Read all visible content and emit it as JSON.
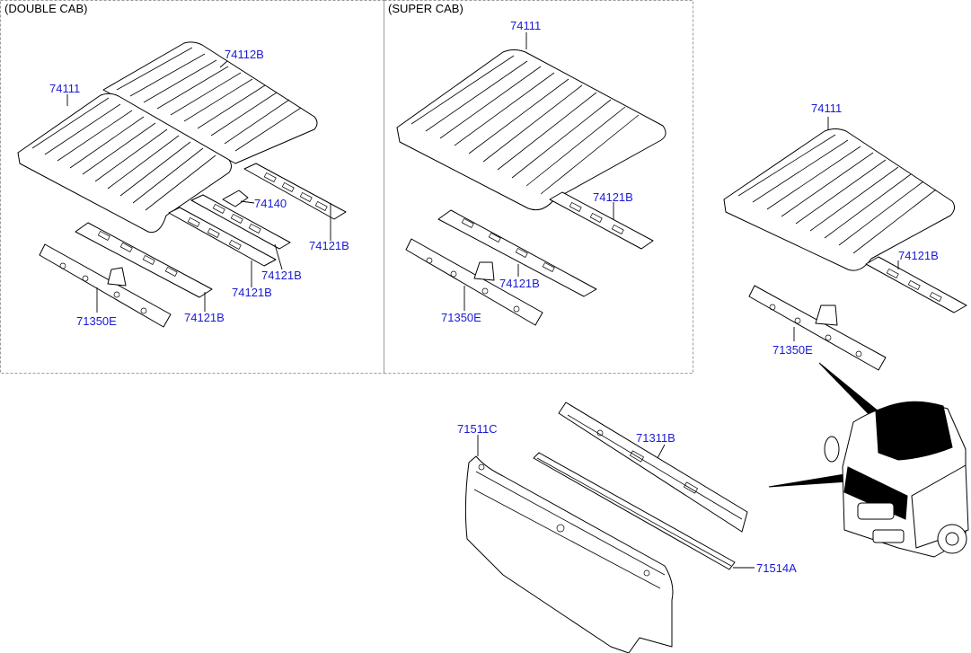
{
  "sections": {
    "double_cab": "(DOUBLE CAB)",
    "super_cab": "(SUPER CAB)"
  },
  "callouts": {
    "dc_roof_panel": "74111",
    "dc_roof_panel_rear": "74112B",
    "dc_rail_rear": "74121B",
    "dc_bracket": "74140",
    "dc_rail_mid_a": "74121B",
    "dc_rail_mid_b": "74121B",
    "dc_rail_front": "74121B",
    "dc_front_header": "71350E",
    "sc_roof_panel": "74111",
    "sc_rail_rear": "74121B",
    "sc_rail_front": "74121B",
    "sc_front_header": "71350E",
    "rc_roof_panel": "74111",
    "rc_rail": "74121B",
    "rc_front_header": "71350E",
    "dash_panel": "71511C",
    "cowl_rail": "71311B",
    "cowl_seal": "71514A"
  }
}
